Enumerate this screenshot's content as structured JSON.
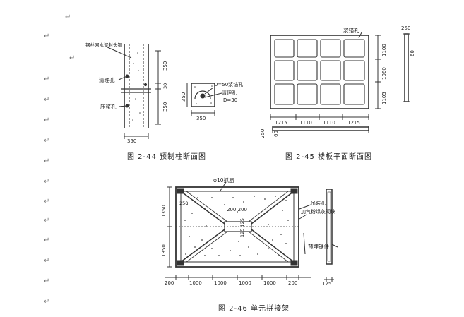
{
  "paragraph_mark": "↵",
  "fig44": {
    "caption": "图 2-44   预制柱断面图",
    "label_mesh": "钢丝网水泥封头钢",
    "label_clean": "清理孔",
    "label_grout": "压浆孔",
    "dim_350_top": "350",
    "dim_30": "30",
    "dim_350_mid": "350",
    "dim_350_bottom": "350",
    "section_dim_side": "350",
    "section_dim_bottom": "350",
    "label_anchor": "D=50浆锚孔",
    "label_clean_hole": "清理孔",
    "label_d30": "D=30"
  },
  "fig45": {
    "caption": "图 2-45   楼板平面断面图",
    "label_grout_anchor": "浆锚孔",
    "dim_1100_top": "1100",
    "dim_1060": "1060",
    "dim_1105": "1105",
    "dim_1215_left": "1215",
    "dim_1110_a": "1110",
    "dim_1110_b": "1110",
    "dim_1215_right": "1215",
    "dim_250_right": "250",
    "dim_60_right": "60",
    "dim_250_left": "250",
    "dim_60_left": "60"
  },
  "fig46": {
    "caption": "图 2-46   单元拼接架",
    "label_rebar": "φ10抓筋",
    "dim_1350_top": "1350",
    "dim_1350_bottom": "1350",
    "dim_250": "250",
    "dim_200_200": "200 200",
    "dim_125_125": "125 125",
    "label_lift_hole": "吊装孔",
    "label_ash_block": "加气粉煤灰砌块",
    "label_embed": "预埋铁件",
    "dim_bottom_200_left": "200",
    "dim_1000_a": "1000",
    "dim_1000_b": "1000",
    "dim_1000_c": "1000",
    "dim_1000_d": "1000",
    "dim_bottom_200_right": "200",
    "dim_125_right": "125"
  }
}
